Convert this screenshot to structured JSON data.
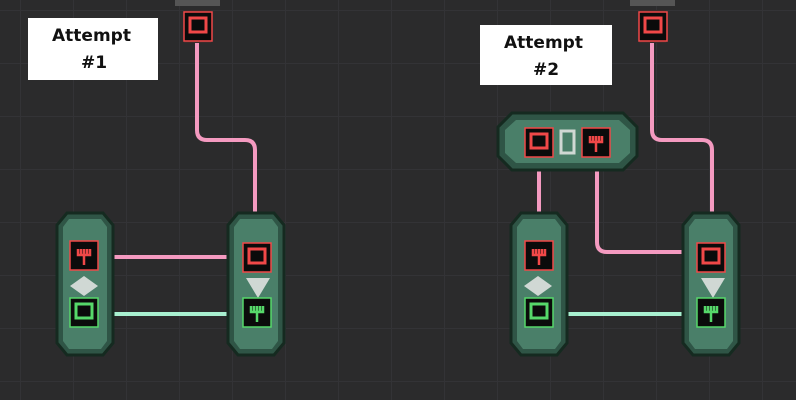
{
  "labels": [
    {
      "line1": "Attempt",
      "line2": "#1"
    },
    {
      "line1": "Attempt",
      "line2": "#2"
    }
  ],
  "colors": {
    "red_signal": "#f04848",
    "green_signal": "#56d86a",
    "pink_wire": "#f49ac0",
    "green_wire": "#a8f0d0",
    "gate_body": "#3d6b58"
  }
}
